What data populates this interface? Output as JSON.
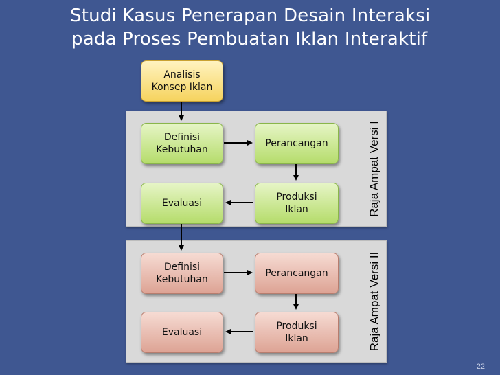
{
  "title": {
    "line1": "Studi Kasus Penerapan Desain Interaksi",
    "line2": "pada Proses Pembuatan Iklan Interaktif"
  },
  "top_box": {
    "line1": "Analisis",
    "line2": "Konsep Iklan"
  },
  "panels": [
    {
      "label": "Raja Ampat Versi I",
      "definisi": {
        "line1": "Definisi",
        "line2": "Kebutuhan"
      },
      "perancangan": "Perancangan",
      "evaluasi": "Evaluasi",
      "produksi": {
        "line1": "Produksi",
        "line2": "Iklan"
      }
    },
    {
      "label": "Raja Ampat Versi II",
      "definisi": {
        "line1": "Definisi",
        "line2": "Kebutuhan"
      },
      "perancangan": "Perancangan",
      "evaluasi": "Evaluasi",
      "produksi": {
        "line1": "Produksi",
        "line2": "Iklan"
      }
    }
  ],
  "colors": {
    "background": "#3f5791",
    "panel": "#d9d9d9",
    "top_box": "#f6d35e",
    "version1_box": "#b5dc6b",
    "version2_box": "#dda394"
  },
  "page_number": "22"
}
